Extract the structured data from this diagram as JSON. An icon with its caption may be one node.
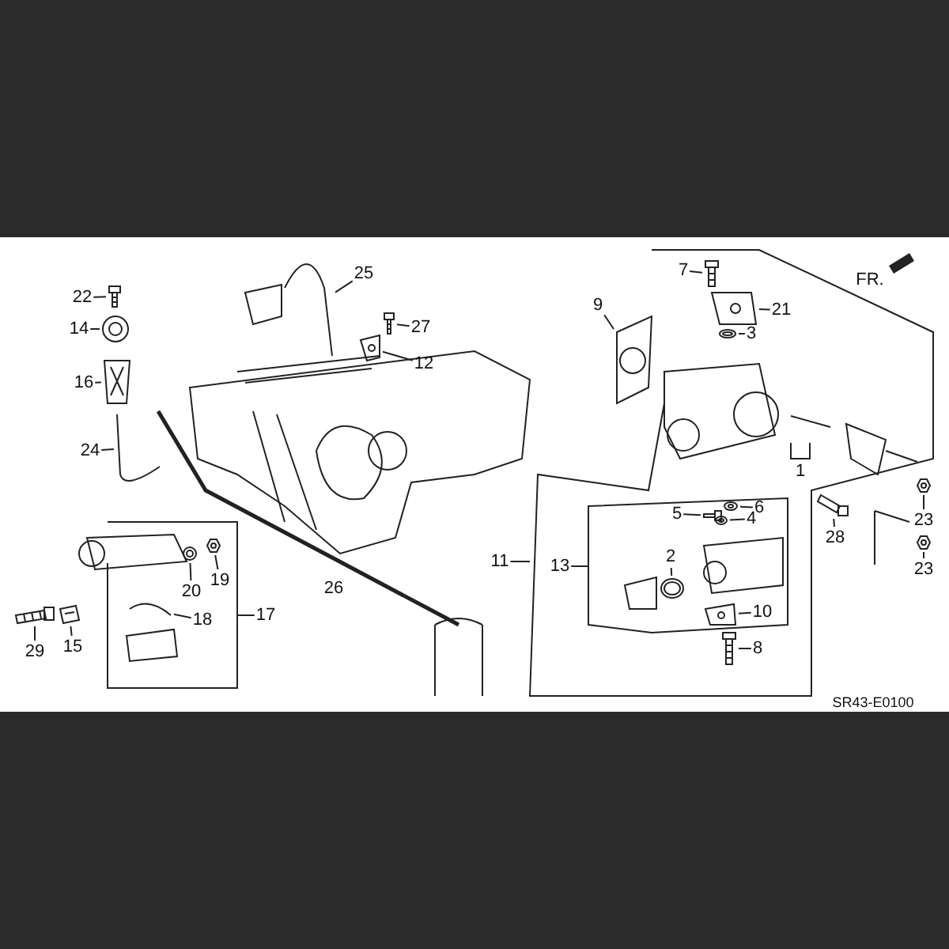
{
  "diagram": {
    "nodes": [
      {
        "text": [
          "22"
        ]
      },
      {
        "text": [
          "14"
        ]
      },
      {
        "text": [
          "16"
        ]
      },
      {
        "text": [
          "24"
        ]
      },
      {
        "text": [
          "25"
        ]
      },
      {
        "text": [
          "27"
        ]
      },
      {
        "text": [
          "12"
        ]
      },
      {
        "text": [
          "17"
        ]
      },
      {
        "text": [
          "19"
        ]
      },
      {
        "text": [
          "20"
        ]
      },
      {
        "text": [
          "18"
        ]
      },
      {
        "text": [
          "15"
        ]
      },
      {
        "text": [
          "29"
        ]
      },
      {
        "text": [
          "9"
        ]
      },
      {
        "text": [
          "7"
        ]
      },
      {
        "text": [
          "21"
        ]
      },
      {
        "text": [
          "3"
        ]
      },
      {
        "text": [
          "1"
        ]
      },
      {
        "text": [
          "11"
        ]
      },
      {
        "text": [
          "13"
        ]
      },
      {
        "text": [
          "5"
        ]
      },
      {
        "text": [
          "6"
        ]
      },
      {
        "text": [
          "4"
        ]
      },
      {
        "text": [
          "2"
        ]
      },
      {
        "text": [
          "10"
        ]
      },
      {
        "text": [
          "8"
        ]
      },
      {
        "text": [
          "28"
        ]
      },
      {
        "text": [
          "23"
        ]
      },
      {
        "text": [
          "23"
        ]
      },
      {
        "text": [],
        "shape": "picture"
      },
      {
        "text": [],
        "shape": "picture"
      },
      {
        "text": [],
        "shape": "picture"
      },
      {
        "text": [],
        "shape": "picture"
      },
      {
        "text": [],
        "shape": "picture"
      },
      {
        "text": [],
        "shape": "picture"
      },
      {
        "text": [],
        "shape": "picture"
      },
      {
        "text": [],
        "shape": "picture"
      },
      {
        "text": [],
        "shape": "picture"
      },
      {
        "text": [],
        "shape": "picture"
      },
      {
        "text": [],
        "shape": "picture"
      },
      {
        "text": [],
        "shape": "picture"
      },
      {
        "text": [],
        "shape": "picture"
      },
      {
        "text": [],
        "shape": "picture"
      },
      {
        "text": [],
        "shape": "picture"
      },
      {
        "text": [],
        "shape": "picture"
      },
      {
        "text": [],
        "shape": "picture"
      },
      {
        "text": [],
        "shape": "picture"
      },
      {
        "text": [],
        "shape": "picture"
      },
      {
        "text": [],
        "shape": "picture"
      },
      {
        "text": [],
        "shape": "picture"
      },
      {
        "text": [],
        "shape": "picture"
      },
      {
        "text": [],
        "shape": "picture"
      },
      {
        "text": [],
        "shape": "picture"
      },
      {
        "text": [],
        "shape": "picture"
      }
    ],
    "edges": [
      {
        "from": 0,
        "to": 29,
        "arrow": "none"
      },
      {
        "from": 1,
        "to": 30,
        "arrow": "none"
      },
      {
        "from": 2,
        "to": 31,
        "arrow": "none"
      },
      {
        "from": 3,
        "to": 32,
        "arrow": "none"
      },
      {
        "from": 4,
        "to": 33,
        "arrow": "none"
      },
      {
        "from": 5,
        "to": 34,
        "arrow": "none"
      },
      {
        "from": 6,
        "to": 35,
        "arrow": "none"
      },
      {
        "from": 7,
        "to": null,
        "arrow": "none"
      },
      {
        "from": 8,
        "to": 36,
        "arrow": "none"
      },
      {
        "from": 9,
        "to": 37,
        "arrow": "none"
      },
      {
        "from": 10,
        "to": 38,
        "arrow": "none"
      },
      {
        "from": 11,
        "to": 39,
        "arrow": "none"
      },
      {
        "from": 12,
        "to": 40,
        "arrow": "none"
      },
      {
        "from": 13,
        "to": 41,
        "arrow": "none"
      },
      {
        "from": 14,
        "to": 42,
        "arrow": "none"
      },
      {
        "from": 15,
        "to": 43,
        "arrow": "none"
      },
      {
        "from": 16,
        "to": 44,
        "arrow": "none"
      },
      {
        "from": 17,
        "to": null,
        "arrow": "none"
      },
      {
        "from": 18,
        "to": null,
        "arrow": "none"
      },
      {
        "from": 19,
        "to": null,
        "arrow": "none"
      },
      {
        "from": 20,
        "to": 45,
        "arrow": "none"
      },
      {
        "from": 21,
        "to": 46,
        "arrow": "none"
      },
      {
        "from": 22,
        "to": 47,
        "arrow": "none"
      },
      {
        "from": 23,
        "to": 48,
        "arrow": "none"
      },
      {
        "from": 24,
        "to": 49,
        "arrow": "none"
      },
      {
        "from": 25,
        "to": 50,
        "arrow": "none"
      },
      {
        "from": 26,
        "to": 51,
        "arrow": "none"
      },
      {
        "from": 27,
        "to": 52,
        "arrow": "none"
      },
      {
        "from": 28,
        "to": 53,
        "arrow": "none"
      }
    ],
    "labels": [
      "FR.",
      "26",
      "SR43-E0100"
    ]
  }
}
